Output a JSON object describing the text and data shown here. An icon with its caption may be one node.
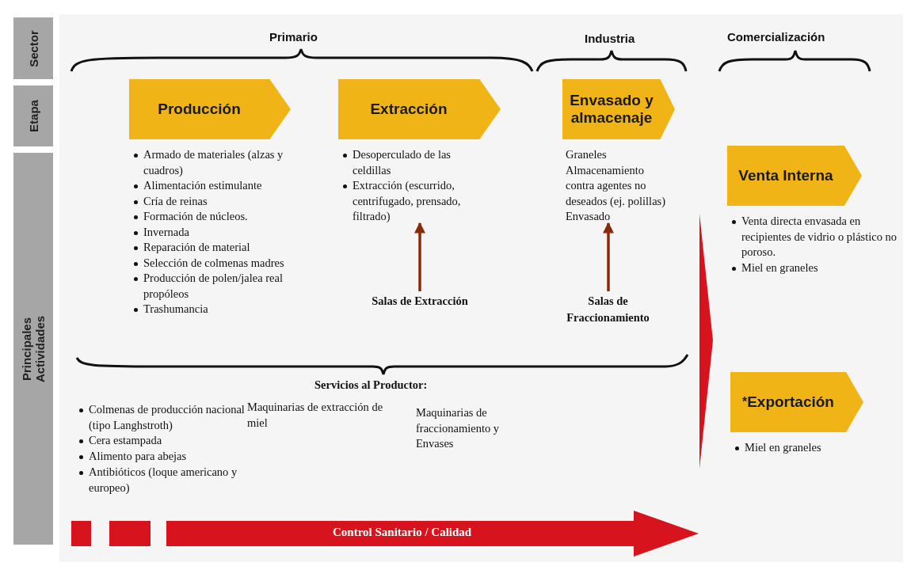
{
  "diagram": {
    "nodes": [
      {
        "text": [
          "Sector"
        ]
      },
      {
        "text": [
          "Etapa"
        ]
      },
      {
        "text": [
          "Principales Actividades"
        ]
      },
      {
        "text": [
          "Producción",
          "Armado de materiales (alzas y cuadros)",
          "Alimentación estimulante",
          "Cría de reinas",
          "Formación de núcleos.",
          "Invernada",
          "Reparación de material",
          "Selección de colmenas madres",
          "Producción de polen/jalea real propóleos",
          "Trashumancia"
        ]
      },
      {
        "text": [
          "Extracción",
          "Desoperculado de las celdillas",
          "Extracción (escurrido, centrifugado, prensado, filtrado)"
        ]
      },
      {
        "text": [
          "Envasado y almacenaje",
          "Graneles",
          "Almacenamiento contra agentes no deseados (ej. polillas)",
          "Envasado"
        ]
      },
      {
        "text": [
          "Salas de Extracción"
        ]
      },
      {
        "text": [
          "Salas de Fraccionamiento"
        ]
      },
      {
        "text": [
          "Venta Interna",
          "Venta directa envasada en recipientes de vidrio o plástico no poroso.",
          "Miel en graneles"
        ]
      },
      {
        "text": [
          "$^{*}$Exportación",
          "Miel en graneles"
        ]
      },
      {
        "text": [
          "Control Sanitario / Calidad"
        ]
      }
    ],
    "edges": [
      {
        "from": 6,
        "to": 4,
        "arrow": "to"
      },
      {
        "from": 7,
        "to": 5,
        "arrow": "to"
      }
    ],
    "labels": [
      "Primario",
      "Industria",
      "Comercialización",
      "Servicios al Productor:",
      "Colmenas de producción nacional (tipo Langhstroth)",
      "Cera estampada",
      "Alimento para abejas",
      "Antibióticos (loque americano y europeo)",
      "Maquinarias de extracción de miel",
      "Maquinarias de fraccionamiento y Envases"
    ]
  }
}
